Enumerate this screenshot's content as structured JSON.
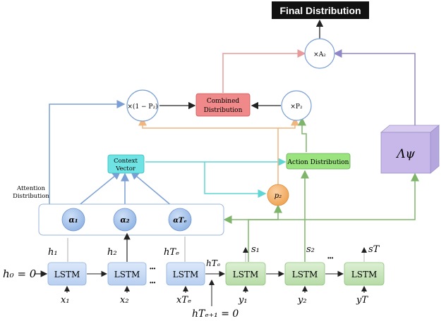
{
  "final_box": {
    "label": "Final Distribution"
  },
  "mult_top": {
    "label": "×A₂"
  },
  "mult_left": {
    "label": "×(1 − P₂)"
  },
  "mult_right": {
    "label": "×P₂"
  },
  "combined": {
    "line1": "Combined",
    "line2": "Distribution"
  },
  "context": {
    "line1": "Context",
    "line2": "Vector"
  },
  "action": {
    "label": "Action Distribution"
  },
  "p2": {
    "label": "p₂"
  },
  "lambda": {
    "label": "Λψ"
  },
  "attention": {
    "line1": "Attention",
    "line2": "Distribution"
  },
  "alphas": [
    "α₁",
    "α₂",
    "αTₑ"
  ],
  "encoder": {
    "cells": [
      "LSTM",
      "LSTM",
      "LSTM"
    ],
    "inputs": [
      "x₁",
      "x₂",
      "xTₑ"
    ],
    "hidden": [
      "h₁",
      "h₂",
      "hTₑ"
    ]
  },
  "decoder": {
    "cells": [
      "LSTM",
      "LSTM",
      "LSTM"
    ],
    "inputs": [
      "y₁",
      "y₂",
      "yT"
    ],
    "outputs": [
      "s₁",
      "s₂",
      "sT"
    ]
  },
  "h0": "h₀ = 0",
  "hTe": "hTₑ",
  "hTe1": "hTₑ₊₁ = 0",
  "dots": "•••",
  "colors": {
    "blue_arrow": "#7b9fd4",
    "green_arrow": "#7fb56a",
    "pink_arrow": "#e89a9a",
    "orange_arrow": "#f0b67e",
    "cyan_arrow": "#5fd6d6",
    "purple_arrow": "#8f87c9"
  }
}
